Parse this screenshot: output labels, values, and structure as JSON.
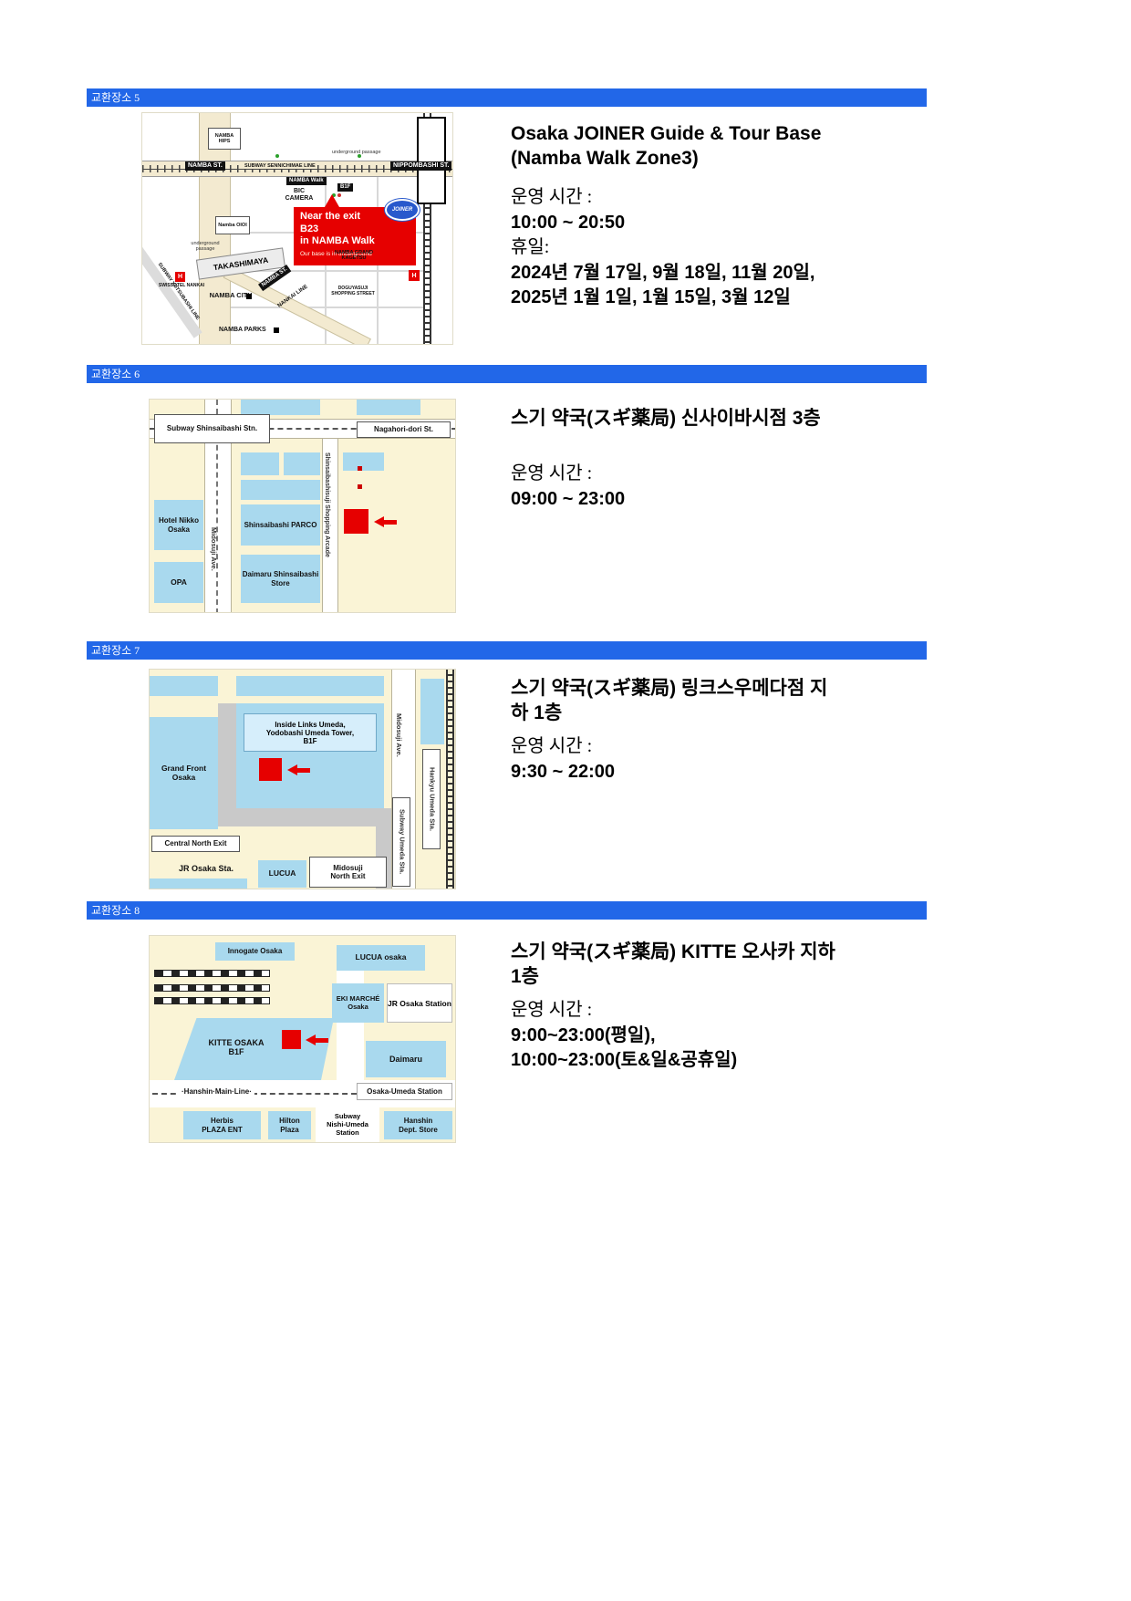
{
  "page": {
    "accent_blue": "#2267e8",
    "building_blue": "#a9d9ee",
    "map_cream": "#faf4d6",
    "marker_red": "#e60000"
  },
  "sections": [
    {
      "header_label": "교환장소 5",
      "title_lines": [
        "Osaka JOINER Guide & Tour Base",
        "(Namba Walk Zone3)"
      ],
      "body_lines": [
        "운영 시간 :",
        "10:00 ~ 20:50",
        "휴일:",
        "2024년 7월 17일, 9월 18일, 11월 20일,",
        "2025년 1월 1일, 1월 15일, 3월 12일"
      ],
      "map": {
        "namba_hips": "NAMBA HIPS",
        "namba_st": "NAMBA ST.",
        "sennichimae_line": "SUBWAY SENNICHIMAE LINE",
        "underground_passage_top": "underground passage",
        "nippombashi_st": "NIPPOMBASHI ST.",
        "namba_walk": "NAMBA Walk",
        "b1f": "B1F",
        "bic_camera": "BIC CAMERA",
        "callout_line1": "Near the exit",
        "callout_line2": "B23",
        "callout_line3": "in NAMBA Walk",
        "callout_note": "Our base is in underground",
        "joiner_badge": "JOINER",
        "namba_oioi": "Namba OIOI",
        "underground_passage_left": "underground passage",
        "takashimaya": "TAKASHIMAYA",
        "yotsubashi_line": "SUBWAY YOTSUBASHI LINE",
        "swissotel": "SWISSOTEL NANKAI",
        "hotel_h": "H",
        "namba_city": "NAMBA CITY",
        "namba_st_diag": "NAMBA ST.",
        "nankai_line": "NANKAI LINE",
        "namba_grand_kagetsu": "NAMBA GRAND KAGETSU",
        "doguyasuji": "DOGUYASUJI SHOPPING STREET",
        "namba_parks": "NAMBA PARKS"
      }
    },
    {
      "header_label": "교환장소 6",
      "title_lines": [
        "스기 약국(スギ薬局) 신사이바시점 3층"
      ],
      "body_lines": [
        "운영 시간 :",
        "09:00 ~ 23:00"
      ],
      "map": {
        "subway_shinsaibashi": "Subway Shinsaibashi Stn.",
        "nagahori": "Nagahori-dori St.",
        "hotel_nikko": "Hotel Nikko Osaka",
        "parco": "Shinsaibashi PARCO",
        "opa": "OPA",
        "daimaru": "Daimaru Shinsaibashi Store",
        "midosuji": "Midosuji Ave.",
        "arcade": "Shinsaibashisuji Shopping Arcade"
      }
    },
    {
      "header_label": "교환장소 7",
      "title_lines": [
        "스기 약국(スギ薬局) 링크스우메다점 지",
        "하 1층"
      ],
      "body_lines": [
        "운영 시간 :",
        "9:30 ~  22:00"
      ],
      "map": {
        "grand_front": "Grand Front Osaka",
        "links_1": "Inside Links Umeda,",
        "links_2": "Yodobashi Umeda Tower,",
        "links_3": "B1F",
        "midosuji": "Midosuji Ave.",
        "hankyu": "Hankyu Umeda Sta.",
        "subway_umeda": "Subway Umeda Sta.",
        "central_north_exit": "Central North Exit",
        "jr_osaka": "JR Osaka Sta.",
        "lucua": "LUCUA",
        "mne_1": "Midosuji",
        "mne_2": "North Exit"
      }
    },
    {
      "header_label": "교환장소 8",
      "title_lines": [
        "스기 약국(スギ薬局) KITTE  오사카 지하",
        "1층"
      ],
      "body_lines": [
        "운영 시간 :",
        "9:00~23:00(평일),",
        "10:00~23:00(토&일&공휴일)"
      ],
      "map": {
        "innogate": "Innogate Osaka",
        "lucua_osaka": "LUCUA osaka",
        "eki_1": "EKI MARCHÉ",
        "eki_2": "Osaka",
        "jr_osaka_station": "JR Osaka Station",
        "kitte_1": "KITTE OSAKA",
        "kitte_2": "B1F",
        "daimaru": "Daimaru",
        "hanshin_main_line": "·Hanshin·Main·Line·",
        "osaka_umeda": "Osaka-Umeda Station",
        "herbis_1": "Herbis",
        "herbis_2": "PLAZA ENT",
        "hilton_1": "Hilton",
        "hilton_2": "Plaza",
        "nishi_1": "Subway",
        "nishi_2": "Nishi-Umeda",
        "nishi_3": "Station",
        "hanshin_1": "Hanshin",
        "hanshin_2": "Dept. Store"
      }
    }
  ]
}
